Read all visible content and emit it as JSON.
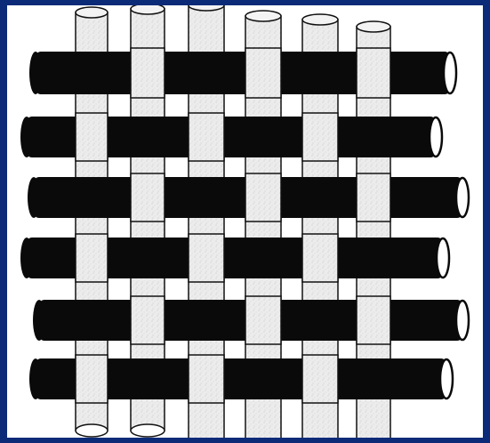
{
  "diagram": {
    "subject": "plain-weave",
    "colors": {
      "frame": "#0b2a78",
      "background": "#ffffff",
      "weft_yarn": "#0a0a0a",
      "warp_yarn": "#e9e9e9",
      "outline": "#111111"
    },
    "warp_count": 6,
    "weft_count": 6
  }
}
